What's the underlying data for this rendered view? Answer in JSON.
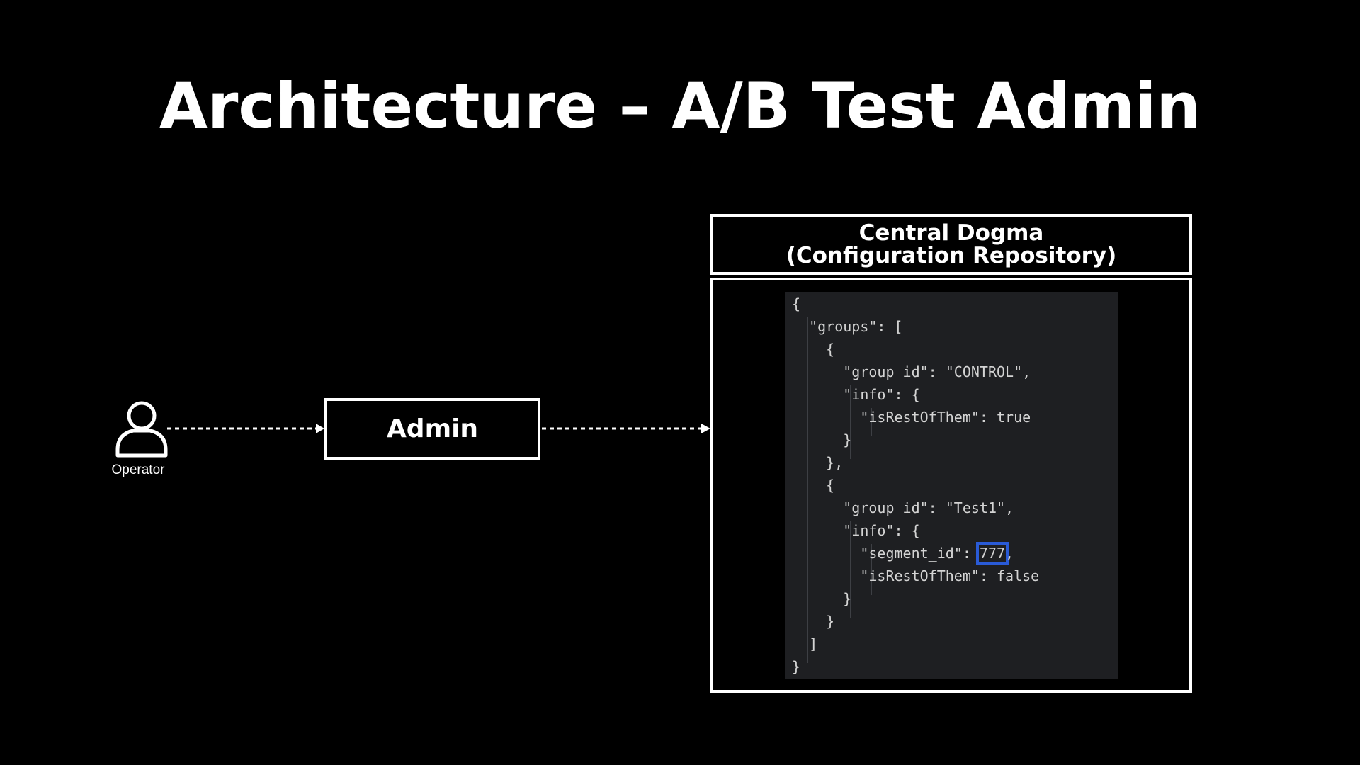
{
  "title": "Architecture – A/B Test Admin",
  "operator": {
    "label": "Operator",
    "icon": "person-icon"
  },
  "admin": {
    "label": "Admin"
  },
  "central_dogma": {
    "title_line1": "Central Dogma",
    "title_line2": "(Configuration Repository)"
  },
  "code": {
    "lines": [
      {
        "text": "{"
      },
      {
        "text": "  \"groups\": ["
      },
      {
        "text": "    {"
      },
      {
        "text": "      \"group_id\": \"CONTROL\","
      },
      {
        "text": "      \"info\": {"
      },
      {
        "text": "        \"isRestOfThem\": true"
      },
      {
        "text": "      }"
      },
      {
        "text": "    },"
      },
      {
        "text": "    {"
      },
      {
        "text": "      \"group_id\": \"Test1\","
      },
      {
        "text": "      \"info\": {"
      },
      {
        "text": "        \"segment_id\": ",
        "highlight": "777",
        "after": ","
      },
      {
        "text": "        \"isRestOfThem\": false"
      },
      {
        "text": "      }"
      },
      {
        "text": "    }"
      },
      {
        "text": "  ]"
      },
      {
        "text": "}"
      }
    ]
  },
  "colors": {
    "background": "#000000",
    "foreground": "#ffffff",
    "code_background": "#1e1f22",
    "code_text": "#d4d4d4",
    "highlight_border": "#2a5bd7"
  }
}
